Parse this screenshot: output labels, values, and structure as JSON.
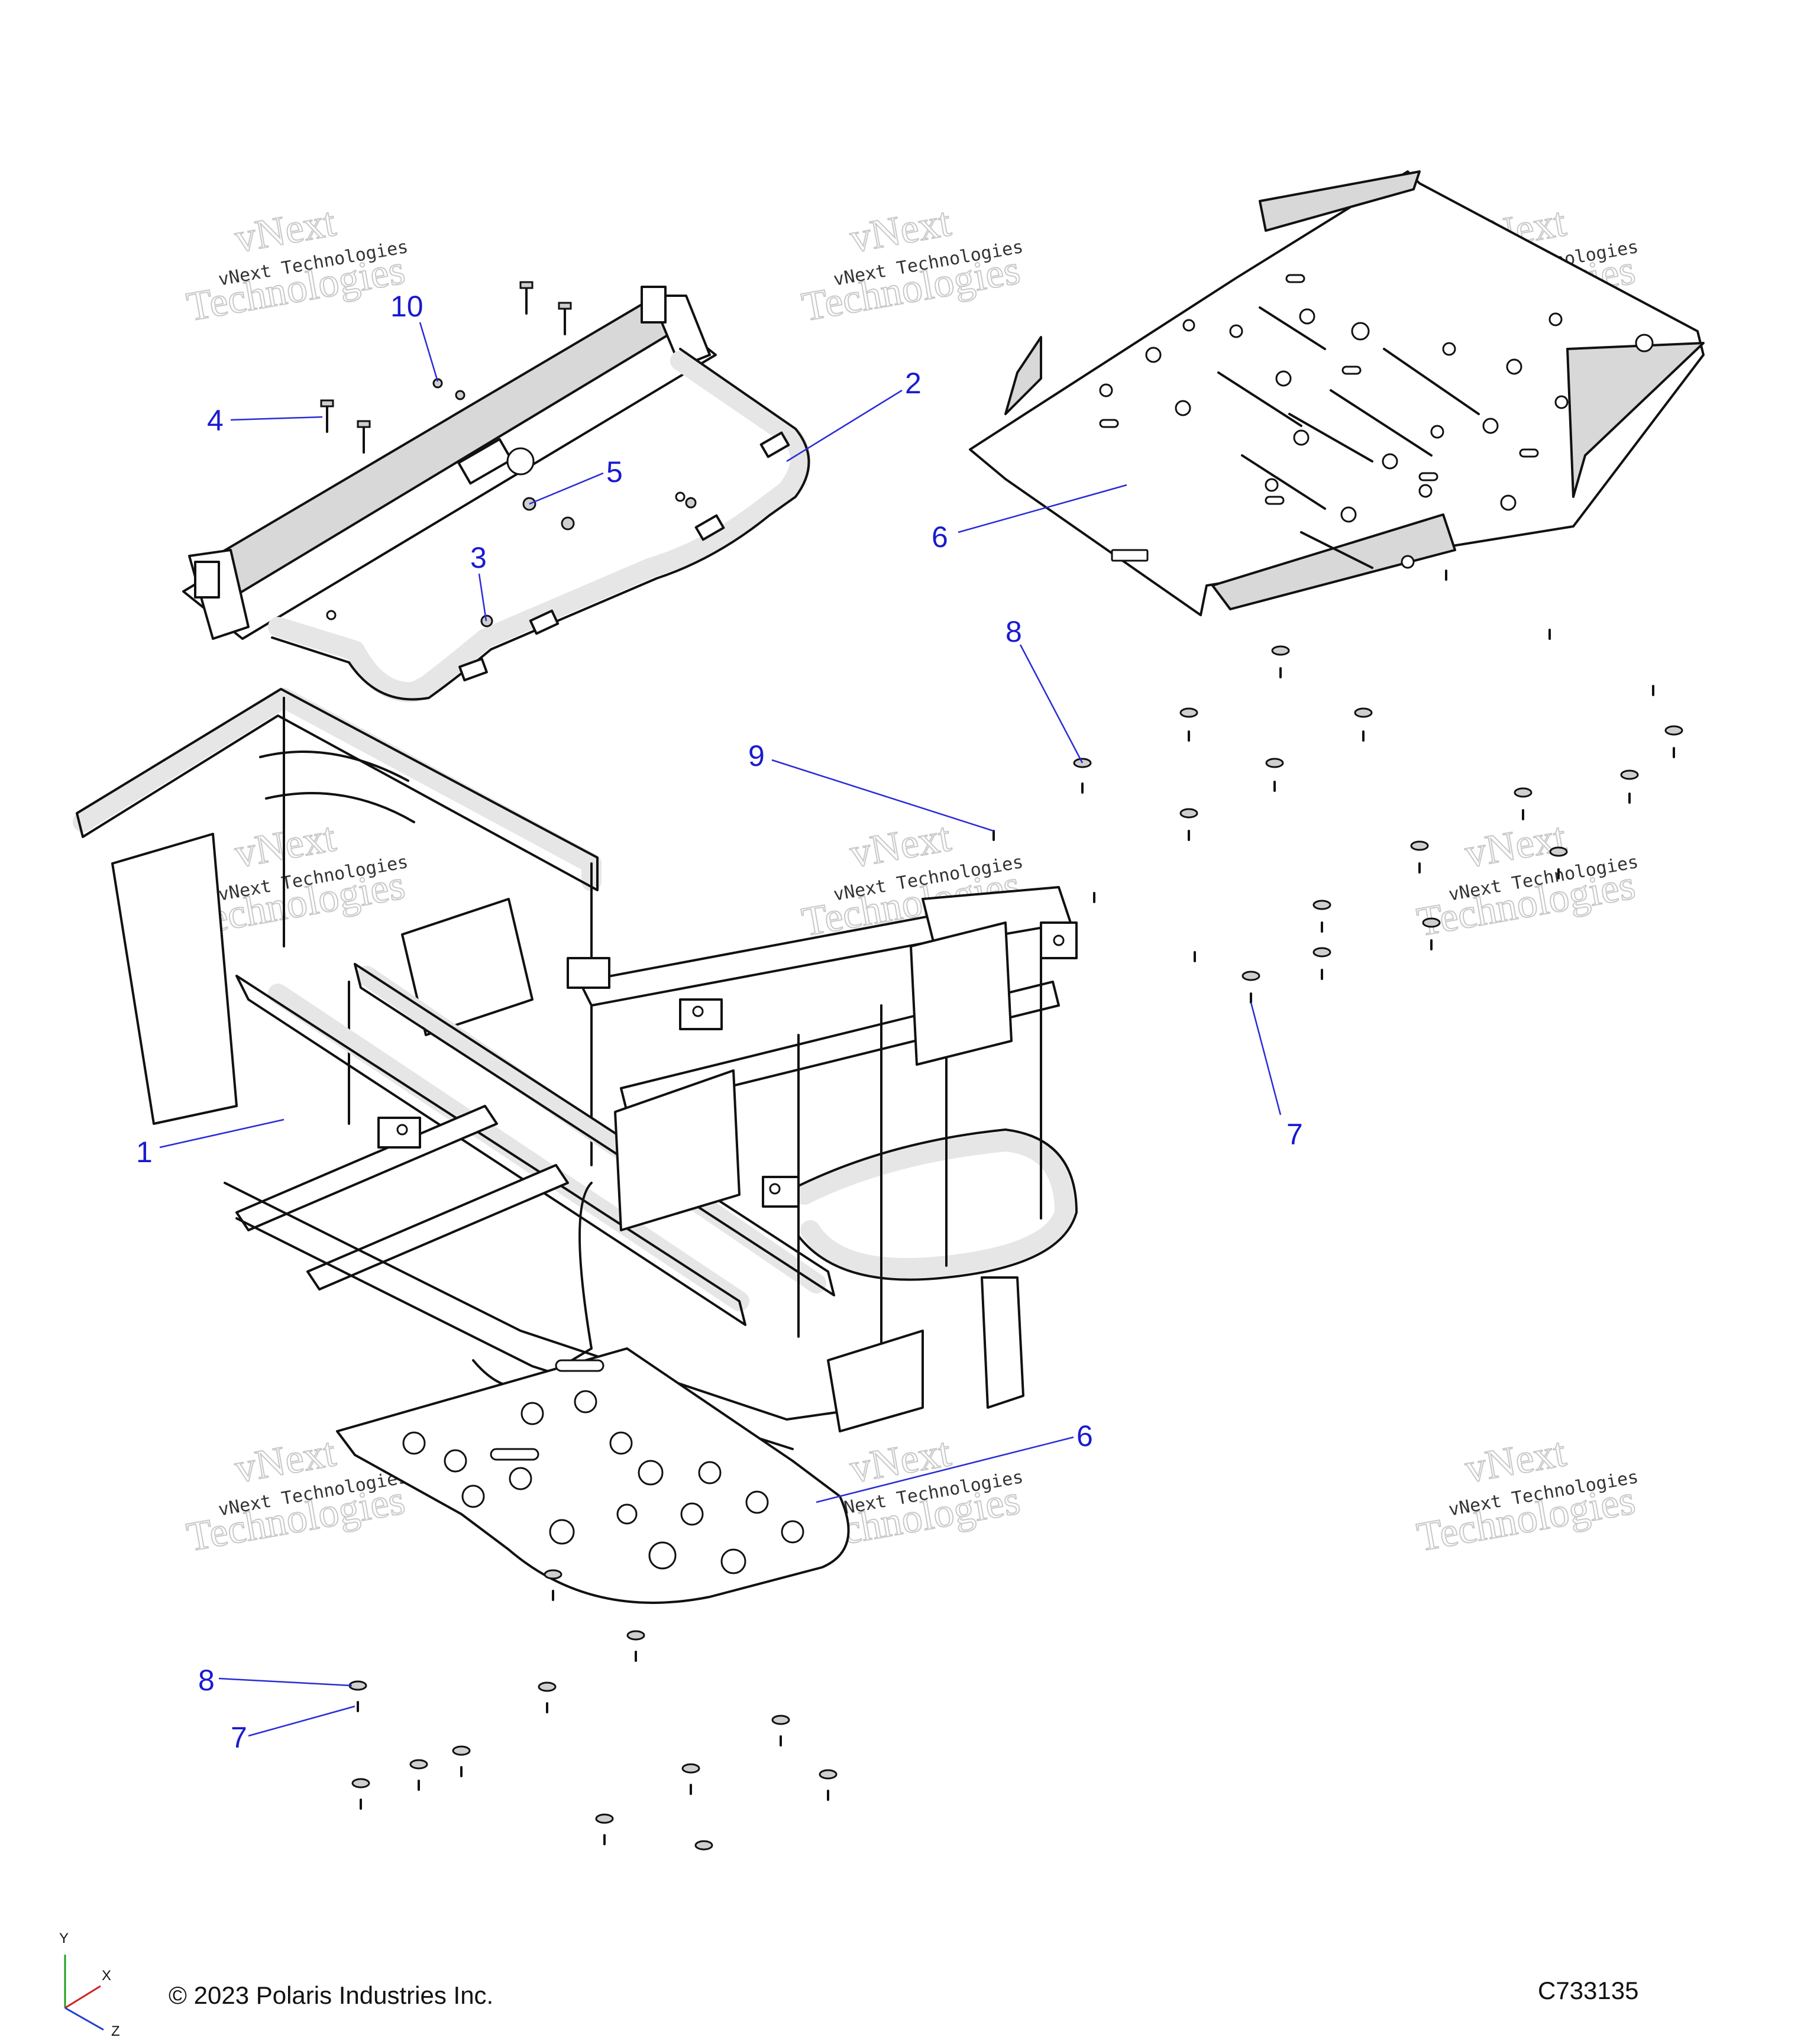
{
  "callouts": [
    {
      "id": "1",
      "label": "1"
    },
    {
      "id": "2",
      "label": "2"
    },
    {
      "id": "3",
      "label": "3"
    },
    {
      "id": "4",
      "label": "4"
    },
    {
      "id": "5",
      "label": "5"
    },
    {
      "id": "6a",
      "label": "6"
    },
    {
      "id": "6b",
      "label": "6"
    },
    {
      "id": "7a",
      "label": "7"
    },
    {
      "id": "7b",
      "label": "7"
    },
    {
      "id": "8a",
      "label": "8"
    },
    {
      "id": "8b",
      "label": "8"
    },
    {
      "id": "9",
      "label": "9"
    },
    {
      "id": "10",
      "label": "10"
    }
  ],
  "watermark": {
    "line1": "vNext Technologies",
    "outline_top": "vNext",
    "outline_bottom": "Technologies"
  },
  "footer": {
    "copyright": "© 2023 Polaris Industries Inc.",
    "drawing_code": "C733135"
  },
  "axes": {
    "y_label": "Y",
    "x_label": "X",
    "z_label": "Z",
    "x_color": "#d02020",
    "y_color": "#20a020",
    "z_color": "#2040d0"
  },
  "colors": {
    "callout": "#1a1ad0",
    "part_fill": "#e6e6e6"
  }
}
